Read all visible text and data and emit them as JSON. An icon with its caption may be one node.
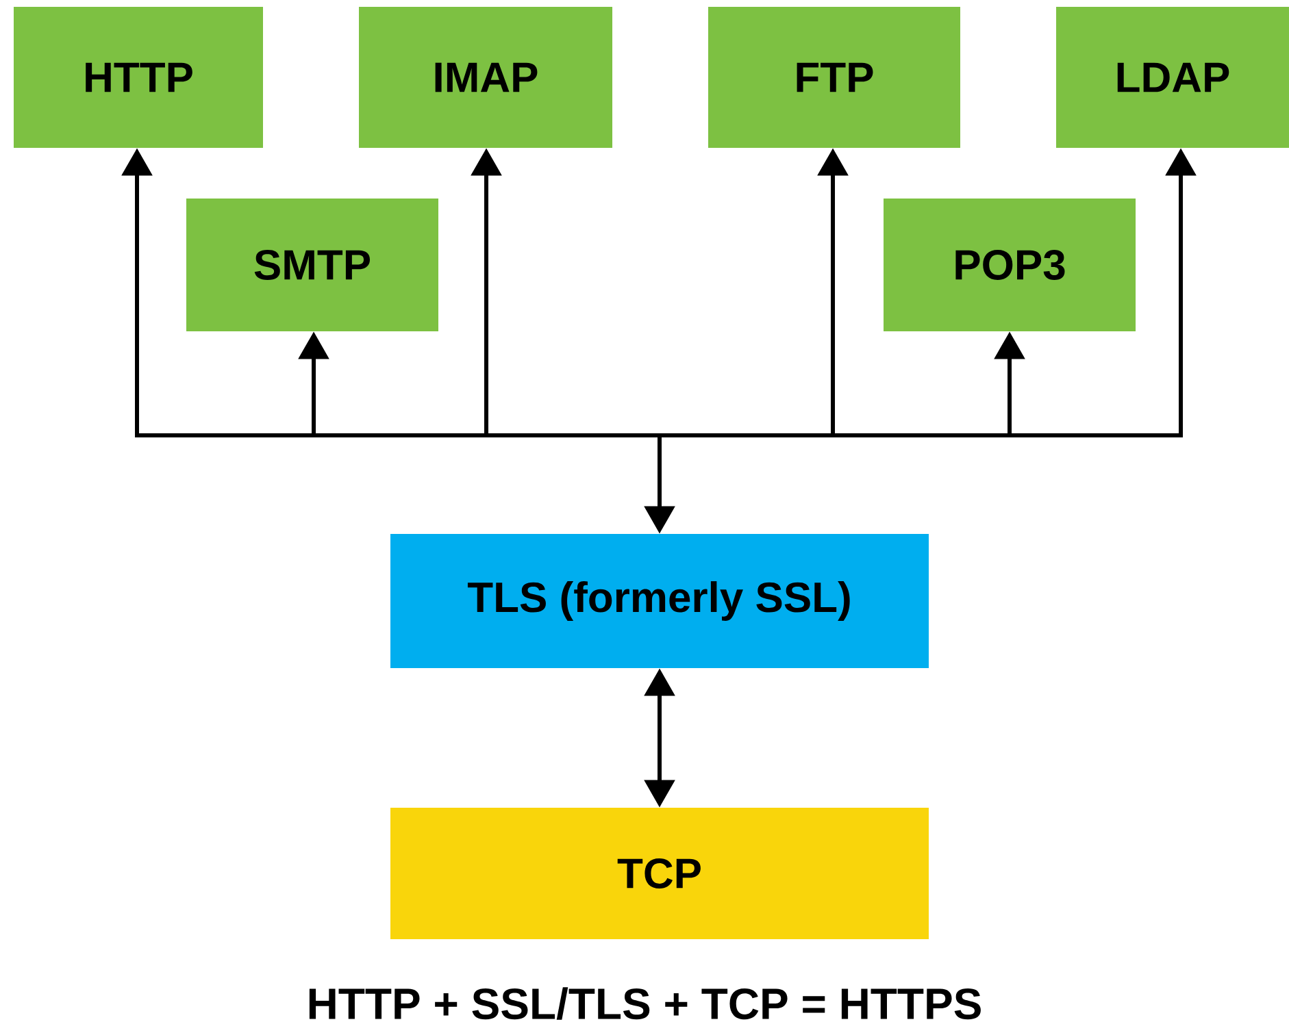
{
  "diagram": {
    "caption": "HTTP + SSL/TLS + TCP = HTTPS",
    "nodes": [
      {
        "text": [
          "HTTP"
        ]
      },
      {
        "text": [
          "IMAP"
        ]
      },
      {
        "text": [
          "FTP"
        ]
      },
      {
        "text": [
          "LDAP"
        ]
      },
      {
        "text": [
          "SMTP"
        ]
      },
      {
        "text": [
          "POP3"
        ]
      },
      {
        "text": [
          "TLS (formerly SSL)"
        ]
      },
      {
        "text": [
          "TCP"
        ]
      }
    ],
    "edges": [
      {
        "from": 6,
        "to": 0,
        "arrow": "both"
      },
      {
        "from": 6,
        "to": 4,
        "arrow": "both"
      },
      {
        "from": 6,
        "to": 1,
        "arrow": "both"
      },
      {
        "from": 6,
        "to": 2,
        "arrow": "both"
      },
      {
        "from": 6,
        "to": 5,
        "arrow": "both"
      },
      {
        "from": 6,
        "to": 3,
        "arrow": "both"
      },
      {
        "from": 6,
        "to": 7,
        "arrow": "both"
      }
    ]
  }
}
